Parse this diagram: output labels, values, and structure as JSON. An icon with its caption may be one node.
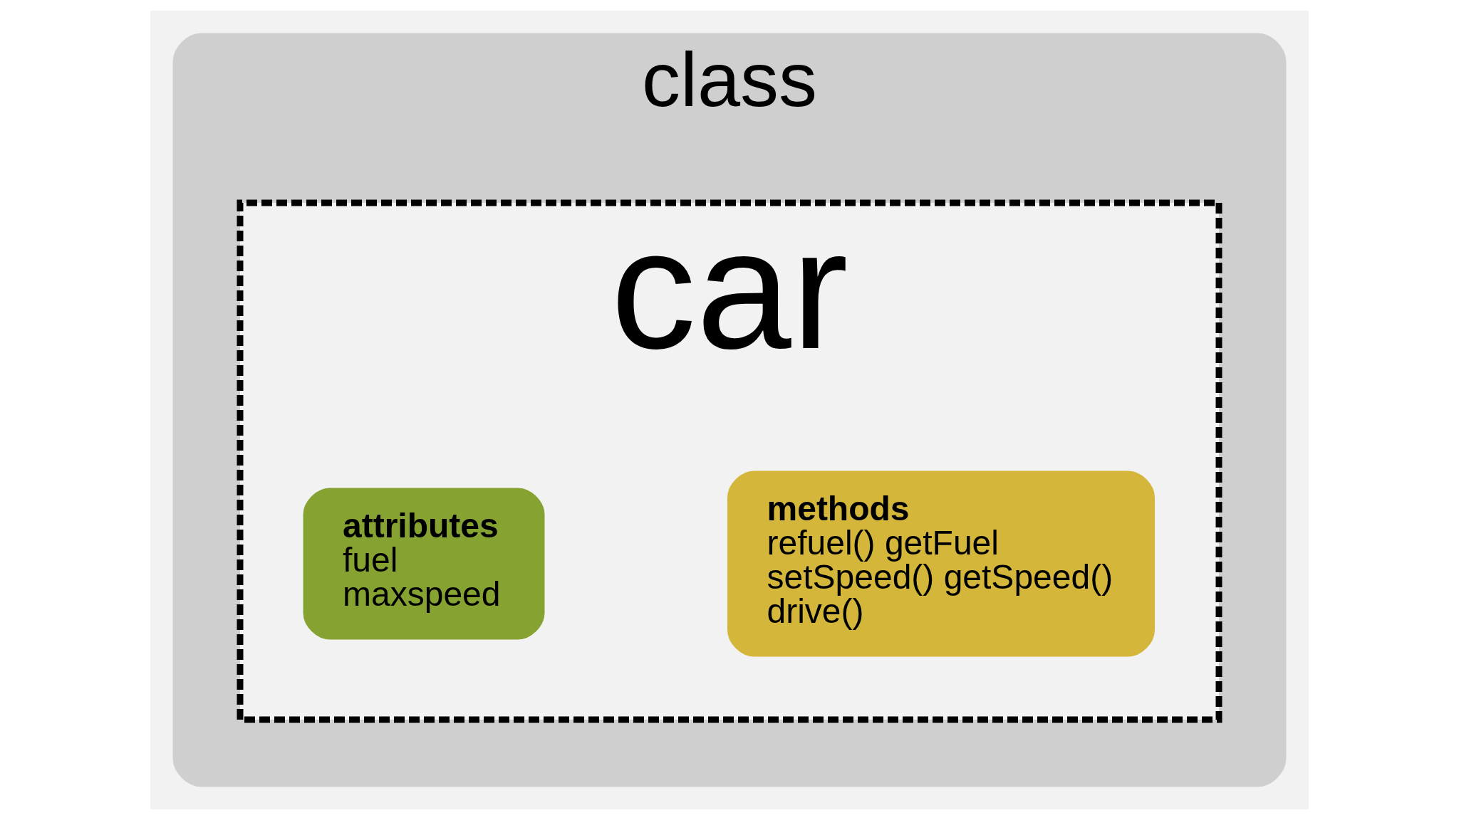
{
  "diagram": {
    "nodes": [
      {
        "text": [
          "class"
        ]
      },
      {
        "text": [
          "car"
        ],
        "in": 0
      },
      {
        "text": [
          "methods",
          "refuel() getFuel",
          "setSpeed() getSpeed()",
          "drive()"
        ],
        "in": 1
      },
      {
        "text": [
          "attributes",
          "fuel",
          "maxspeed"
        ],
        "in": 1
      }
    ]
  }
}
